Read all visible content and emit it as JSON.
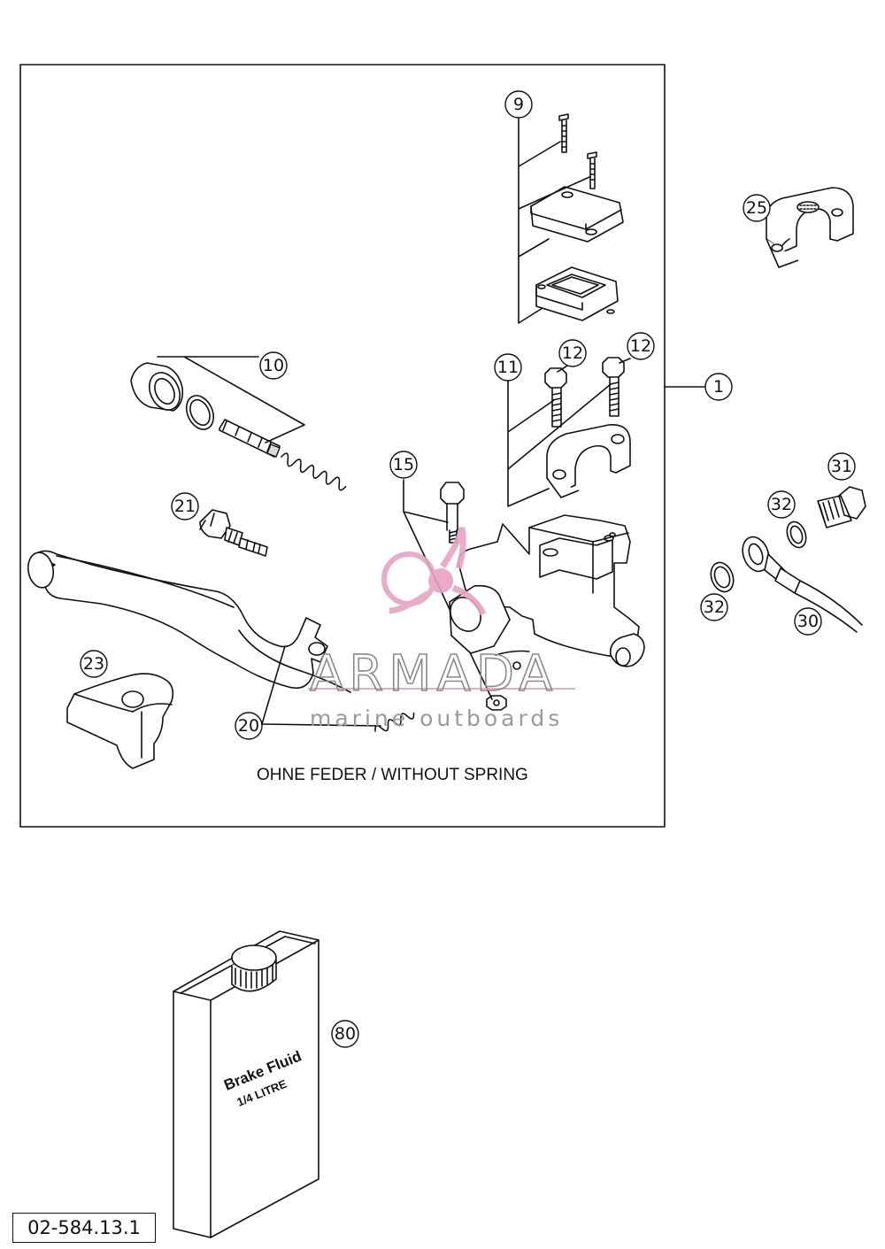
{
  "callouts": {
    "c1": "1",
    "c9": "9",
    "c10": "10",
    "c11": "11",
    "c12a": "12",
    "c12b": "12",
    "c15": "15",
    "c20": "20",
    "c21": "21",
    "c23": "23",
    "c25": "25",
    "c30": "30",
    "c31": "31",
    "c32a": "32",
    "c32b": "32",
    "c80": "80"
  },
  "note": "OHNE FEDER / WITHOUT SPRING",
  "watermark": {
    "brand": "ARMADA",
    "tagline": "marine outboards"
  },
  "bottle": {
    "line1": "Brake Fluid",
    "line2": "1/4 LITRE"
  },
  "drawing_code": "02-584.13.1",
  "colors": {
    "line": "#111111",
    "watermark_pink": "#e7a3c4",
    "watermark_gray": "#8a8a8a"
  }
}
